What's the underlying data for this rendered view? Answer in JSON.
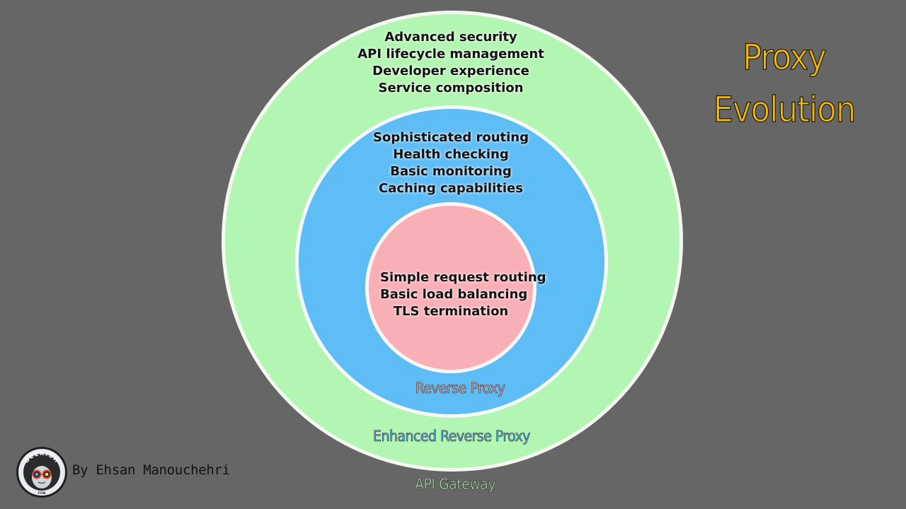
{
  "title": {
    "line1": "Proxy",
    "line2": "Evolution",
    "color": "#f0b90b"
  },
  "layers": {
    "api_gateway": {
      "label": "API Gateway",
      "label_color": "#b3f5b3",
      "fill": "#b3f5b3",
      "features": [
        "Advanced security",
        "API lifecycle management",
        "Developer experience",
        "Service composition"
      ]
    },
    "enhanced_reverse_proxy": {
      "label": "Enhanced Reverse Proxy",
      "label_color": "#5fbdf5",
      "fill": "#5fbdf5",
      "features": [
        "Sophisticated routing",
        "Health checking",
        "Basic monitoring",
        "Caching capabilities"
      ]
    },
    "reverse_proxy": {
      "label": "Reverse Proxy",
      "label_color": "#f8afb6",
      "fill": "#f8afb6",
      "features": [
        "Simple request routing",
        "Basic load balancing",
        "TLS termination"
      ]
    }
  },
  "author": {
    "text": "By Ehsan Manouchehri",
    "logo_text": "GEEKISH",
    "logo_subtext": "FUN"
  }
}
